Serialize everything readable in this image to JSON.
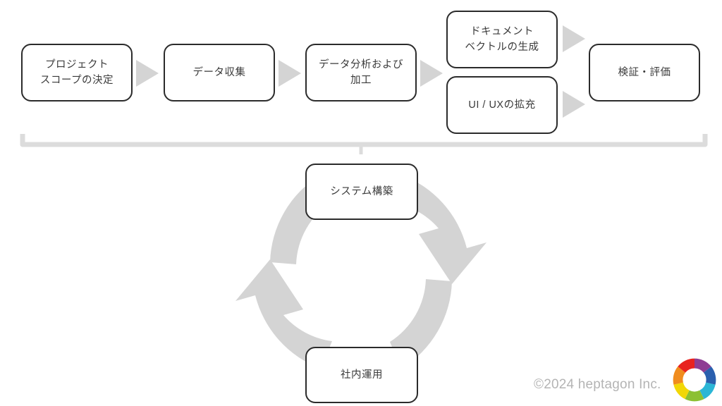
{
  "diagram": {
    "title": "RAG system development process flow",
    "colors": {
      "node_border": "#2b2b2b",
      "node_fill": "#ffffff",
      "text": "#3a3a3a",
      "arrow_gray": "#d4d4d4",
      "bracket_gray": "#dcdcdc",
      "footer_text": "#b4b4b4"
    },
    "phase_nodes": [
      {
        "id": "scope",
        "label": "プロジェクト\nスコープの決定"
      },
      {
        "id": "collect",
        "label": "データ収集"
      },
      {
        "id": "analyze",
        "label": "データ分析および\n加工"
      },
      {
        "id": "vectorize",
        "label": "ドキュメント\nベクトルの生成"
      },
      {
        "id": "uiux",
        "label": "UI / UXの拡充"
      },
      {
        "id": "validate",
        "label": "検証・評価"
      }
    ],
    "cycle_nodes": [
      {
        "id": "build",
        "label": "システム構築"
      },
      {
        "id": "operate",
        "label": "社内運用"
      }
    ],
    "connectors": [
      {
        "id": "scope-to-collect",
        "kind": "triangle-arrow-right"
      },
      {
        "id": "collect-to-analyze",
        "kind": "triangle-arrow-right"
      },
      {
        "id": "analyze-to-branch",
        "kind": "triangle-arrow-right"
      },
      {
        "id": "vectorize-to-validate",
        "kind": "triangle-arrow-right"
      },
      {
        "id": "uiux-to-validate",
        "kind": "triangle-arrow-right"
      },
      {
        "id": "phase-group-bracket",
        "kind": "bracket-down"
      },
      {
        "id": "cycle-arrow-clockwise",
        "kind": "curved-arrow"
      },
      {
        "id": "cycle-arrow-counter",
        "kind": "curved-arrow"
      }
    ],
    "footer": {
      "copyright": "©2024 heptagon Inc.",
      "logo_name": "heptagon-color-wheel-logo",
      "logo_segments": [
        {
          "name": "violet",
          "color": "#8e3d93"
        },
        {
          "name": "blue",
          "color": "#2a5fae"
        },
        {
          "name": "cyan",
          "color": "#2bb6d6"
        },
        {
          "name": "green",
          "color": "#8cc033"
        },
        {
          "name": "yellow",
          "color": "#f2d707"
        },
        {
          "name": "orange",
          "color": "#f08c1e"
        },
        {
          "name": "red",
          "color": "#e8231f"
        }
      ]
    }
  }
}
